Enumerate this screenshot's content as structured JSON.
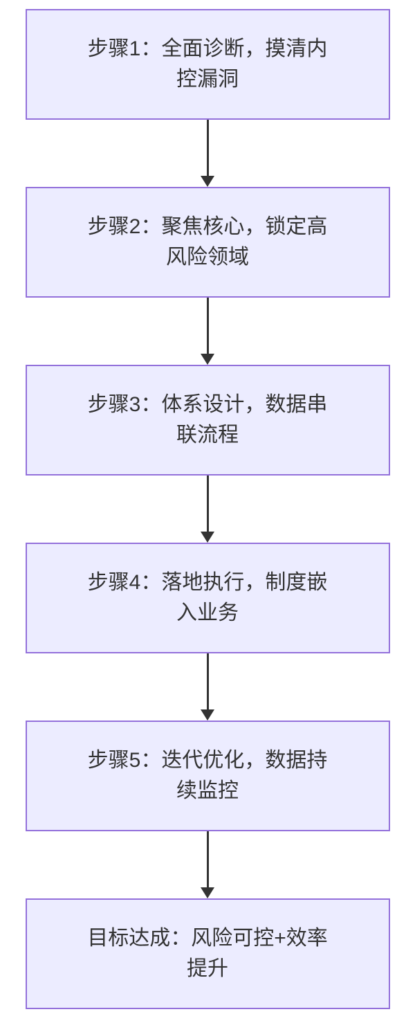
{
  "diagram": {
    "type": "flowchart-vertical",
    "colors": {
      "page_bg": "#ffffff",
      "node_fill": "#ECECFF",
      "node_border": "#9370DB",
      "text_color": "#333333",
      "arrow_color": "#333333"
    },
    "nodes": [
      {
        "id": "step1",
        "label": "步骤1：全面诊断，摸清内控漏洞",
        "lines": [
          "步骤1：全面诊断，摸清内",
          "控漏洞"
        ]
      },
      {
        "id": "step2",
        "label": "步骤2：聚焦核心，锁定高风险领域",
        "lines": [
          "步骤2：聚焦核心，锁定高",
          "风险领域"
        ]
      },
      {
        "id": "step3",
        "label": "步骤3：体系设计，数据串联流程",
        "lines": [
          "步骤3：体系设计，数据串",
          "联流程"
        ]
      },
      {
        "id": "step4",
        "label": "步骤4：落地执行，制度嵌入业务",
        "lines": [
          "步骤4：落地执行，制度嵌",
          "入业务"
        ]
      },
      {
        "id": "step5",
        "label": "步骤5：迭代优化，数据持续监控",
        "lines": [
          "步骤5：迭代优化，数据持",
          "续监控"
        ]
      },
      {
        "id": "goal",
        "label": "目标达成：风险可控+效率提升",
        "lines": [
          "目标达成：风险可控+效率",
          "提升"
        ]
      }
    ],
    "connectors": [
      {
        "from": "step1",
        "to": "step2",
        "style": "arrow-down"
      },
      {
        "from": "step2",
        "to": "step3",
        "style": "arrow-down"
      },
      {
        "from": "step3",
        "to": "step4",
        "style": "arrow-down"
      },
      {
        "from": "step4",
        "to": "step5",
        "style": "arrow-down"
      },
      {
        "from": "step5",
        "to": "goal",
        "style": "arrow-down"
      }
    ]
  }
}
